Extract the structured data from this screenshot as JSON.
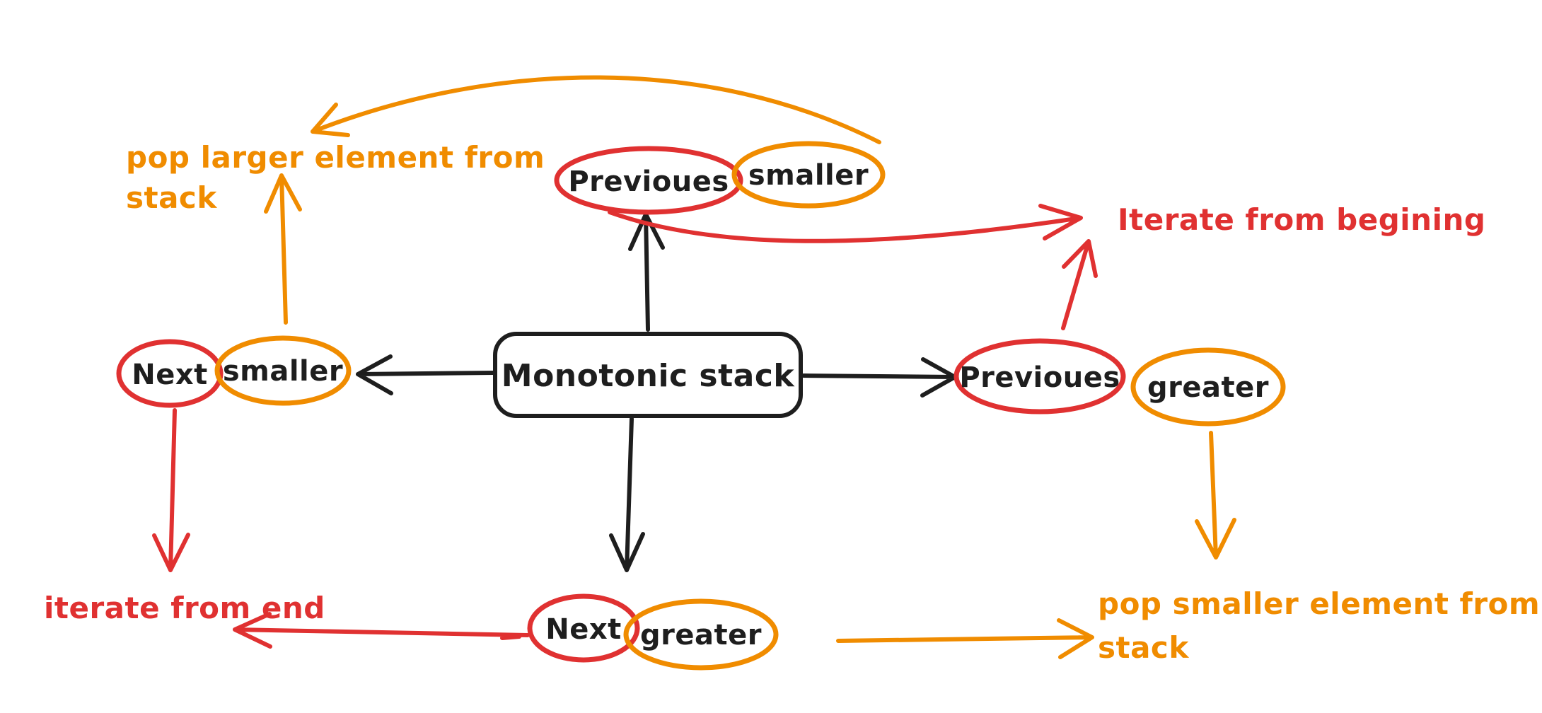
{
  "colors": {
    "red": "#e03131",
    "orange": "#f08c00",
    "black": "#1e1e1e",
    "background": "#ffffff"
  },
  "center": {
    "label": "Monotonic stack"
  },
  "nodes": {
    "top": {
      "word1": "Previoues",
      "word2": "smaller"
    },
    "left": {
      "word1": "Next",
      "word2": "smaller"
    },
    "right": {
      "word1": "Previoues",
      "word2": "greater"
    },
    "bottom": {
      "word1": "Next",
      "word2": "greater"
    }
  },
  "annotations": {
    "pop_larger": {
      "line1": "pop larger element from",
      "line2": "stack"
    },
    "iterate_begining": {
      "text": "Iterate from begining"
    },
    "iterate_end": {
      "text": "iterate from end"
    },
    "pop_smaller": {
      "line1": "pop smaller element from",
      "line2": "stack"
    }
  }
}
